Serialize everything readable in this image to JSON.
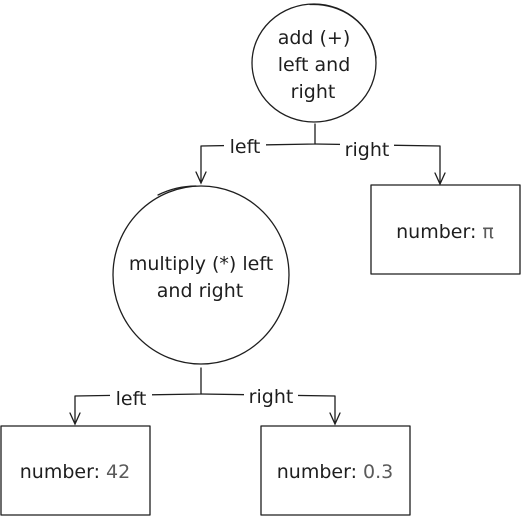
{
  "diagram": {
    "nodes": {
      "add": {
        "line1": "add (+)",
        "line2": "left and",
        "line3": "right"
      },
      "multiply": {
        "line1": "multiply (*) left",
        "line2": "and right"
      },
      "pi": {
        "label": "number: ",
        "value": "π"
      },
      "n42": {
        "label": "number: ",
        "value": "42"
      },
      "n03": {
        "label": "number: ",
        "value": "0.3"
      }
    },
    "edges": {
      "add_left": "left",
      "add_right": "right",
      "mul_left": "left",
      "mul_right": "right"
    },
    "colors": {
      "stroke": "#1e1e1e",
      "value_text": "#5a5a5a",
      "background": "#ffffff"
    }
  }
}
